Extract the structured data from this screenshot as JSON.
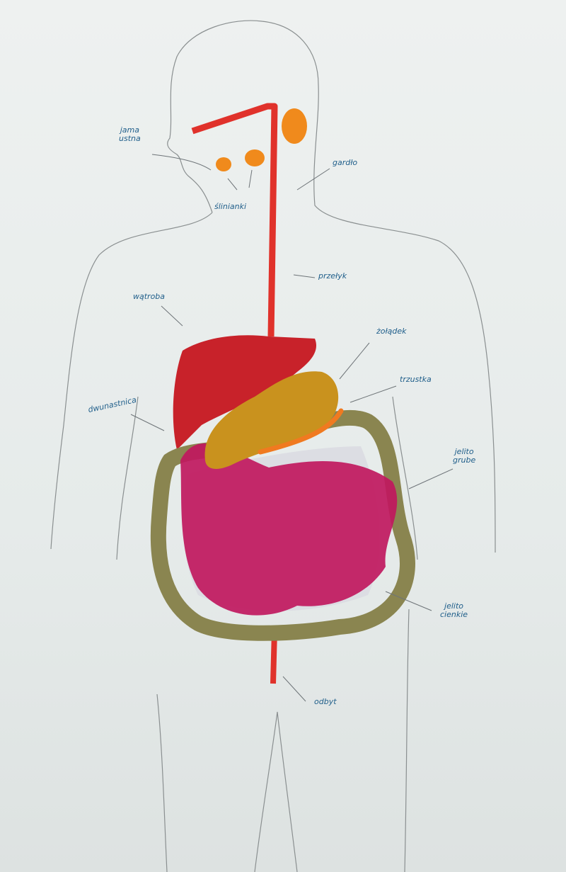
{
  "labels": {
    "mouth": "jama\nustna",
    "salivary_glands": "ślinianki",
    "throat": "gardło",
    "esophagus": "przełyk",
    "liver": "wątroba",
    "duodenum": "dwunastnica",
    "stomach": "żołądek",
    "pancreas": "trzustka",
    "large_intestine": "jelito\ngrube",
    "small_intestine": "jelito\ncienkie",
    "anus": "odbyt"
  },
  "colors": {
    "esophagus": "#e0322b",
    "glands": "#f08a1c",
    "liver": "#c8222a",
    "stomach": "#c9921e",
    "pancreas": "#f07a20",
    "large_intestine": "#8a8550",
    "small_intestine": "#c0185e",
    "ink": "#1f5e8a"
  }
}
